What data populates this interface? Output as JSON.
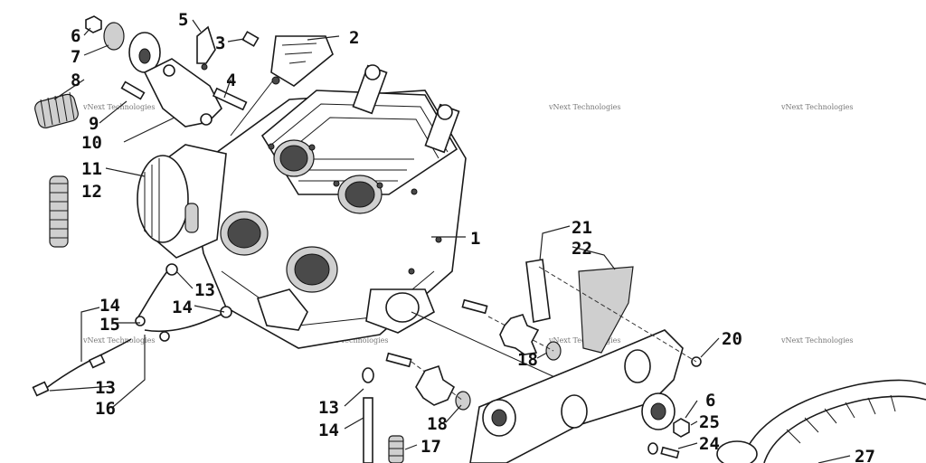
{
  "watermark": {
    "text": "vNext Technologies"
  },
  "parts": [
    {
      "id": "p1",
      "label": "1"
    },
    {
      "id": "p2",
      "label": "2"
    },
    {
      "id": "p3",
      "label": "3"
    },
    {
      "id": "p4",
      "label": "4"
    },
    {
      "id": "p5",
      "label": "5"
    },
    {
      "id": "p6a",
      "label": "6"
    },
    {
      "id": "p6b",
      "label": "6"
    },
    {
      "id": "p7",
      "label": "7"
    },
    {
      "id": "p8",
      "label": "8"
    },
    {
      "id": "p9",
      "label": "9"
    },
    {
      "id": "p10",
      "label": "10"
    },
    {
      "id": "p11",
      "label": "11"
    },
    {
      "id": "p12",
      "label": "12"
    },
    {
      "id": "p13a",
      "label": "13"
    },
    {
      "id": "p13b",
      "label": "13"
    },
    {
      "id": "p13c",
      "label": "13"
    },
    {
      "id": "p14a",
      "label": "14"
    },
    {
      "id": "p14b",
      "label": "14"
    },
    {
      "id": "p14c",
      "label": "14"
    },
    {
      "id": "p15",
      "label": "15"
    },
    {
      "id": "p16",
      "label": "16"
    },
    {
      "id": "p17",
      "label": "17"
    },
    {
      "id": "p18a",
      "label": "18"
    },
    {
      "id": "p18b",
      "label": "18"
    },
    {
      "id": "p20",
      "label": "20"
    },
    {
      "id": "p21",
      "label": "21"
    },
    {
      "id": "p22",
      "label": "22"
    },
    {
      "id": "p24",
      "label": "24"
    },
    {
      "id": "p25",
      "label": "25"
    },
    {
      "id": "p27",
      "label": "27"
    }
  ]
}
